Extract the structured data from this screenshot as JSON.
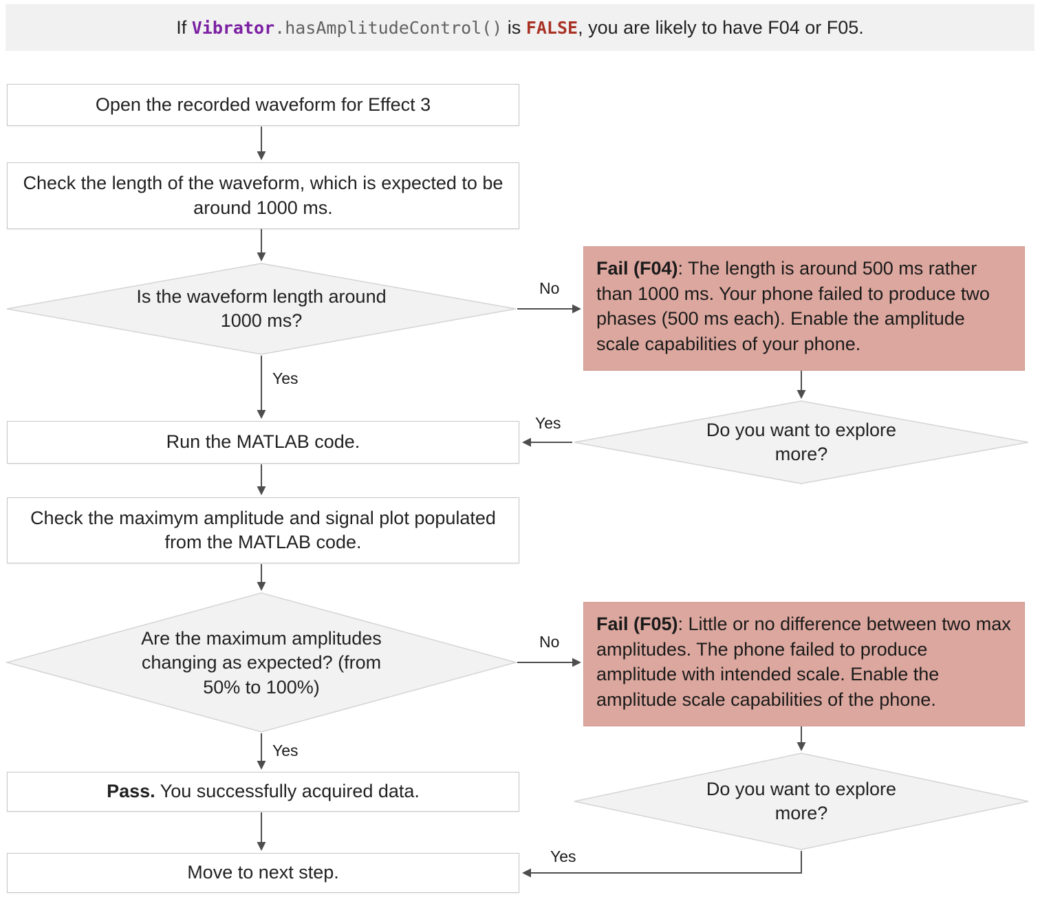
{
  "banner": {
    "prefix": "If ",
    "code_class": "Vibrator",
    "code_method": ".hasAmplitudeControl()",
    "middle": " is ",
    "false_token": "FALSE",
    "suffix": ", you are likely to have F04 or F05."
  },
  "labels": {
    "yes": "Yes",
    "no": "No"
  },
  "nodes": {
    "step1": {
      "text": "Open the recorded waveform for Effect 3"
    },
    "step2": {
      "text": "Check the length of the waveform, which is expected to be around 1000 ms."
    },
    "decision1": {
      "text": "Is the waveform length around 1000 ms?"
    },
    "fail_f04": {
      "bold": "Fail (F04)",
      "text": ": The length is around 500 ms rather than 1000 ms. Your phone failed to produce two phases (500 ms each). Enable the amplitude scale capabilities of your phone."
    },
    "explore1": {
      "text": "Do you want to explore more?"
    },
    "step3": {
      "text": "Run the MATLAB code."
    },
    "step4": {
      "text": "Check the maximym amplitude and signal plot populated from the MATLAB code."
    },
    "decision2": {
      "text": "Are the maximum amplitudes changing as expected? (from 50% to 100%)"
    },
    "fail_f05": {
      "bold": "Fail (F05)",
      "text": ": Little or no difference between two max amplitudes. The phone failed to produce amplitude with intended scale. Enable the amplitude scale capabilities of the phone."
    },
    "explore2": {
      "text": "Do you want to explore more?"
    },
    "pass": {
      "bold": "Pass.",
      "text": " You successfully acquired data."
    },
    "step5": {
      "text": "Move to next step."
    }
  },
  "colors": {
    "banner_bg": "#f1f1f1",
    "fail_bg": "#dca79e",
    "diamond_fill": "#f2f2f2",
    "diamond_stroke": "#d4d4d4",
    "box_border": "#c6c6c6",
    "arrow": "#4d4d4d",
    "code_class": "#7b1fa2",
    "code_method_gray": "#616161",
    "code_false_red": "#a93226"
  }
}
